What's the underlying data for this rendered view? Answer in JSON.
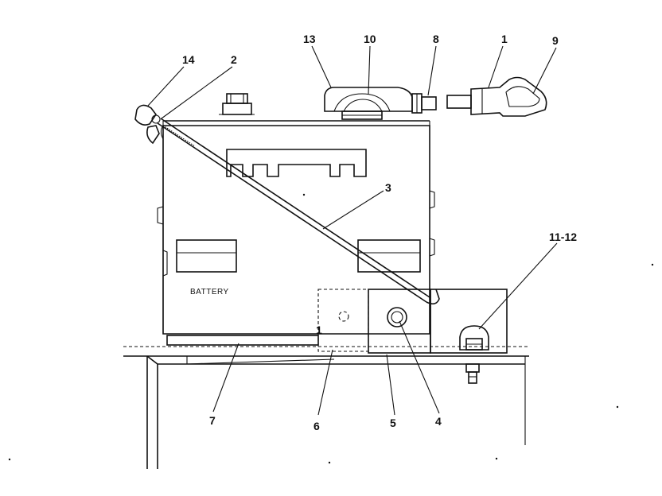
{
  "diagram": {
    "battery_label": "BATTERY",
    "callouts": {
      "c1": "1",
      "c2": "2",
      "c3": "3",
      "c4": "4",
      "c5": "5",
      "c6": "6",
      "c7": "7",
      "c8": "8",
      "c9": "9",
      "c10": "10",
      "c11_12": "11-12",
      "c13": "13",
      "c14": "14",
      "c_dash": "1"
    }
  }
}
